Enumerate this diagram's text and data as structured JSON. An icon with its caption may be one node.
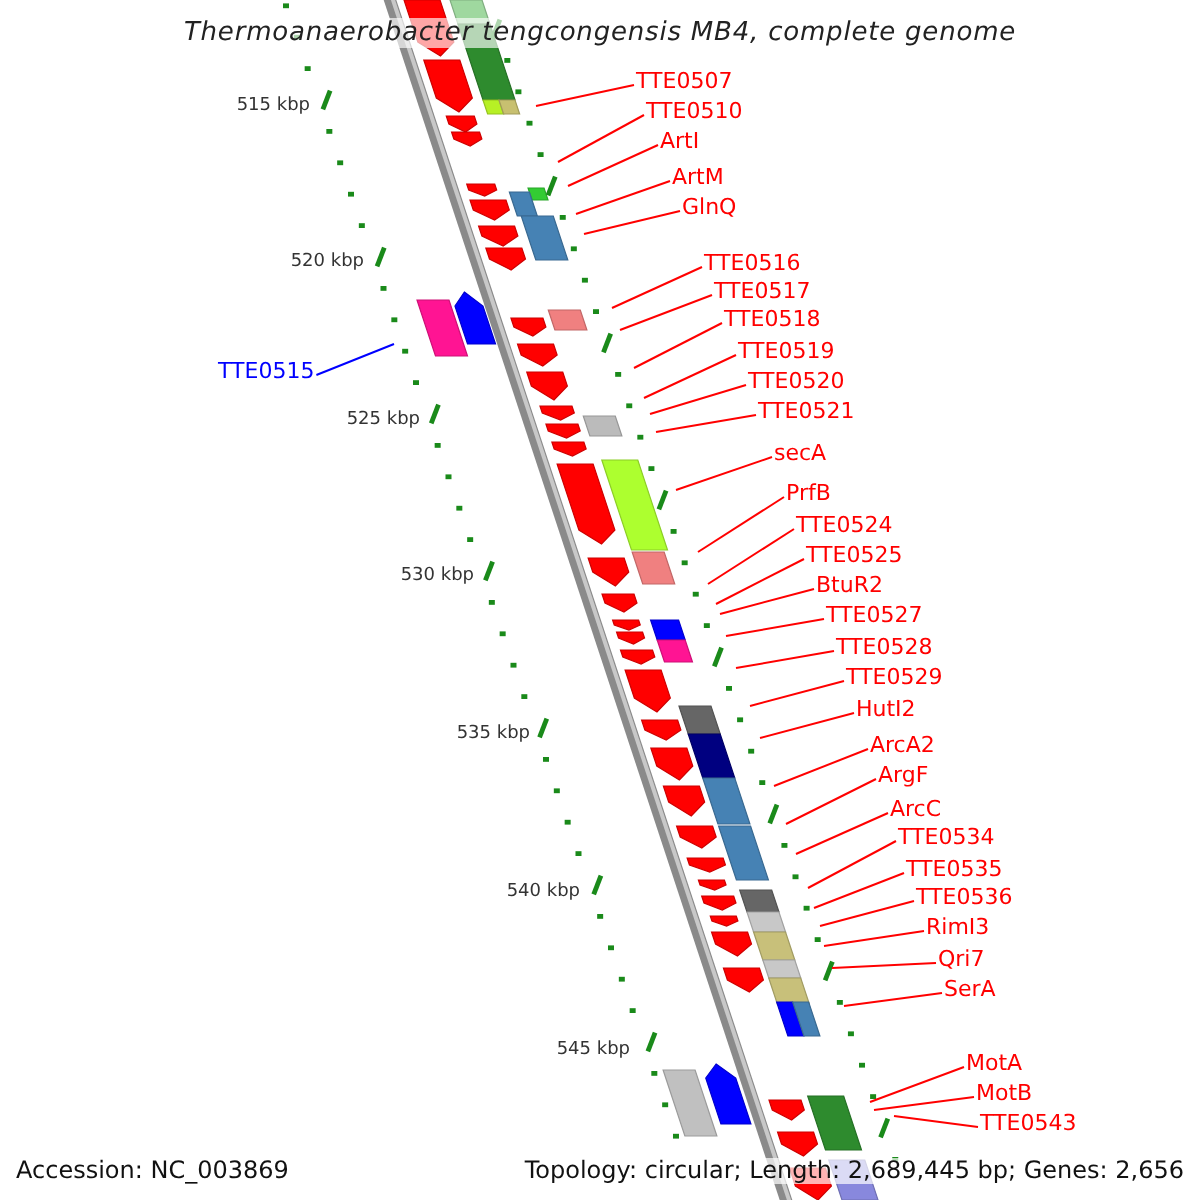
{
  "diagram": {
    "title": "Thermoanaerobacter tengcongensis MB4, complete genome",
    "nodes": [
      {
        "text": [
          "TTE0507"
        ]
      },
      {
        "text": [
          "TTE0510"
        ]
      },
      {
        "text": [
          "ArtI"
        ]
      },
      {
        "text": [
          "ArtM"
        ]
      },
      {
        "text": [
          "GlnQ"
        ]
      },
      {
        "text": [
          "TTE0516"
        ]
      },
      {
        "text": [
          "TTE0517"
        ]
      },
      {
        "text": [
          "TTE0518"
        ]
      },
      {
        "text": [
          "TTE0519"
        ]
      },
      {
        "text": [
          "TTE0515"
        ]
      },
      {
        "text": [
          "TTE0520"
        ]
      },
      {
        "text": [
          "TTE0521"
        ]
      },
      {
        "text": [
          "secA"
        ]
      },
      {
        "text": [
          "PrfB"
        ]
      },
      {
        "text": [
          "TTE0524"
        ]
      },
      {
        "text": [
          "TTE0525"
        ]
      },
      {
        "text": [
          "BtuR2"
        ]
      },
      {
        "text": [
          "TTE0527"
        ]
      },
      {
        "text": [
          "TTE0528"
        ]
      },
      {
        "text": [
          "TTE0529"
        ]
      },
      {
        "text": [
          "HutI2"
        ]
      },
      {
        "text": [
          "ArcA2"
        ]
      },
      {
        "text": [
          "ArgF"
        ]
      },
      {
        "text": [
          "ArcC"
        ]
      },
      {
        "text": [
          "TTE0534"
        ]
      },
      {
        "text": [
          "TTE0535"
        ]
      },
      {
        "text": [
          "TTE0536"
        ]
      },
      {
        "text": [
          "RimI3"
        ]
      },
      {
        "text": [
          "Qri7"
        ]
      },
      {
        "text": [
          "SerA"
        ]
      },
      {
        "text": [
          "MotA"
        ]
      },
      {
        "text": [
          "MotB"
        ]
      },
      {
        "text": [
          "TTE0543"
        ]
      }
    ],
    "edges": [
      {
        "from": 0,
        "to": null,
        "arrow": "none"
      },
      {
        "from": 1,
        "to": null,
        "arrow": "none"
      },
      {
        "from": 2,
        "to": null,
        "arrow": "none"
      },
      {
        "from": 3,
        "to": null,
        "arrow": "none"
      },
      {
        "from": 4,
        "to": null,
        "arrow": "none"
      },
      {
        "from": 5,
        "to": null,
        "arrow": "none"
      },
      {
        "from": 6,
        "to": null,
        "arrow": "none"
      },
      {
        "from": 7,
        "to": null,
        "arrow": "none"
      },
      {
        "from": 8,
        "to": null,
        "arrow": "none"
      },
      {
        "from": 9,
        "to": null,
        "arrow": "none",
        "color": "#0000ff"
      },
      {
        "from": 10,
        "to": null,
        "arrow": "none"
      },
      {
        "from": 11,
        "to": null,
        "arrow": "none"
      },
      {
        "from": 12,
        "to": null,
        "arrow": "none"
      },
      {
        "from": 13,
        "to": null,
        "arrow": "none"
      },
      {
        "from": 14,
        "to": null,
        "arrow": "none"
      },
      {
        "from": 15,
        "to": null,
        "arrow": "none"
      },
      {
        "from": 16,
        "to": null,
        "arrow": "none"
      },
      {
        "from": 17,
        "to": null,
        "arrow": "none"
      },
      {
        "from": 18,
        "to": null,
        "arrow": "none"
      },
      {
        "from": 19,
        "to": null,
        "arrow": "none"
      },
      {
        "from": 20,
        "to": null,
        "arrow": "none"
      },
      {
        "from": 21,
        "to": null,
        "arrow": "none"
      },
      {
        "from": 22,
        "to": null,
        "arrow": "none"
      },
      {
        "from": 23,
        "to": null,
        "arrow": "none"
      },
      {
        "from": 24,
        "to": null,
        "arrow": "none"
      },
      {
        "from": 25,
        "to": null,
        "arrow": "none"
      },
      {
        "from": 26,
        "to": null,
        "arrow": "none"
      },
      {
        "from": 27,
        "to": null,
        "arrow": "none"
      },
      {
        "from": 28,
        "to": null,
        "arrow": "none"
      },
      {
        "from": 29,
        "to": null,
        "arrow": "none"
      },
      {
        "from": 30,
        "to": null,
        "arrow": "none"
      },
      {
        "from": 31,
        "to": null,
        "arrow": "none"
      },
      {
        "from": 32,
        "to": null,
        "arrow": "none"
      }
    ],
    "labels": [
      "515 kbp",
      "520 kbp",
      "525 kbp",
      "530 kbp",
      "535 kbp",
      "540 kbp",
      "545 kbp",
      "Accession: NC_003869",
      "Topology: circular; Length: 2,689,445 bp; Genes: 2,656"
    ]
  }
}
